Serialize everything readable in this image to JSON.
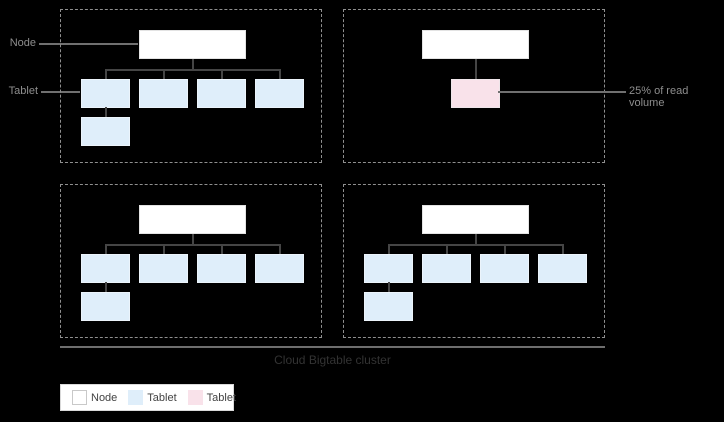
{
  "annotations": {
    "node_label": "Node",
    "tablet_label": "Tablet",
    "read_volume_label": "25% of read volume"
  },
  "cluster": {
    "title": "Cloud Bigtable cluster"
  },
  "legend": {
    "items": [
      {
        "label": "Node",
        "color": "#ffffff"
      },
      {
        "label": "Tablet",
        "color": "#dfeefa"
      },
      {
        "label": "Tablet",
        "color": "#f9e2ea"
      }
    ]
  },
  "diagram": {
    "description": "Four dashed node regions inside one Cloud Bigtable cluster",
    "quadrants": [
      {
        "position": "top-left",
        "node_count": 1,
        "tablet_count": 5,
        "tablet_type": "normal"
      },
      {
        "position": "top-right",
        "node_count": 1,
        "tablet_count": 1,
        "tablet_type": "hot",
        "callout": "25% of read volume"
      },
      {
        "position": "bottom-left",
        "node_count": 1,
        "tablet_count": 5,
        "tablet_type": "normal"
      },
      {
        "position": "bottom-right",
        "node_count": 1,
        "tablet_count": 5,
        "tablet_type": "normal"
      }
    ]
  },
  "colors": {
    "background": "#000000",
    "node_fill": "#ffffff",
    "tablet_fill": "#dfeefa",
    "hot_tablet_fill": "#f9e2ea",
    "connector_line": "#454545",
    "leader_line": "#707070",
    "annotation_text": "#8e8e8e",
    "cluster_title_text": "#333333",
    "dashed_border": "#8f8f8f",
    "cluster_line": "#6e6e6e"
  }
}
